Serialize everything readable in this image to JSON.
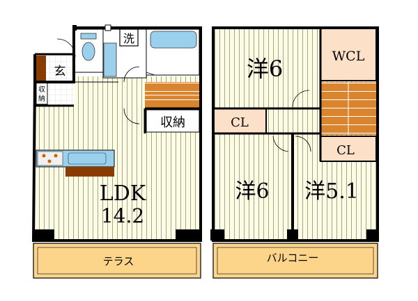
{
  "floor1": {
    "entrance": "玄",
    "entrance_storage": "収\n納",
    "washroom": "洗",
    "storage": "収納",
    "ldk": "LDK",
    "ldk_size": "14.2",
    "terrace": "テラス"
  },
  "floor2": {
    "room_a": "洋6",
    "walk_in_closet": "WCL",
    "closet_left": "CL",
    "closet_right": "CL",
    "room_b": "洋6",
    "room_c": "洋5.1",
    "balcony": "バルコニー"
  },
  "colors": {
    "room_fill": "#fbfbe6",
    "stripe": "#9a9a7a",
    "wall": "#000000",
    "closet_fill": "#fde0c8",
    "stairs": "#c8782a",
    "terrace_fill": "#fcd58a",
    "fixture_blue": "#9ad0ec",
    "floor_dark": "#8a3b00"
  }
}
